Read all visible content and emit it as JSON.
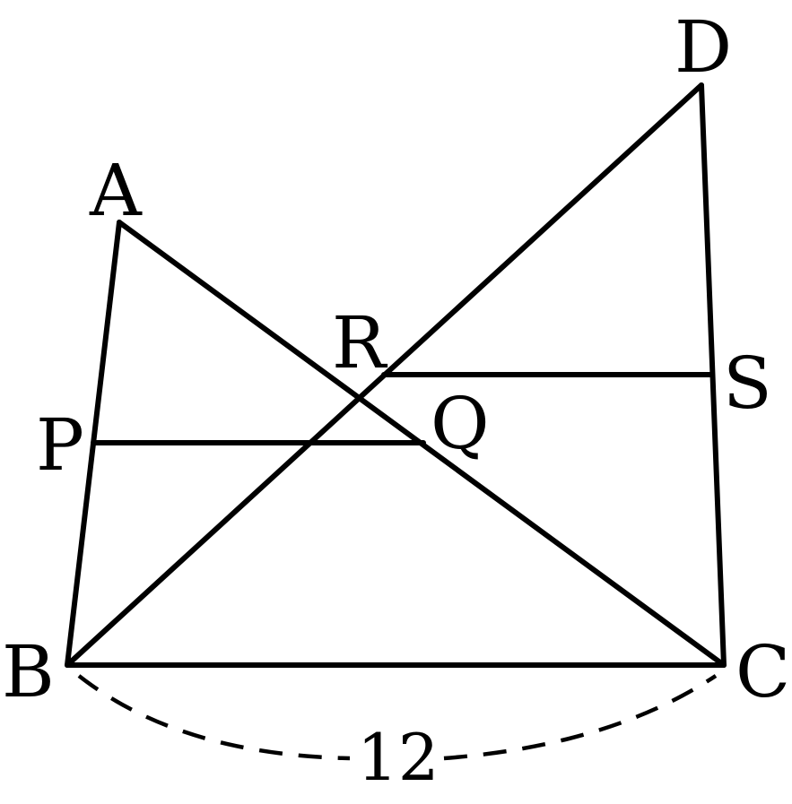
{
  "diagram": {
    "points": [
      {
        "id": "A",
        "label": "A"
      },
      {
        "id": "B",
        "label": "B"
      },
      {
        "id": "C",
        "label": "C"
      },
      {
        "id": "D",
        "label": "D"
      },
      {
        "id": "P",
        "label": "P"
      },
      {
        "id": "Q",
        "label": "Q"
      },
      {
        "id": "R",
        "label": "R"
      },
      {
        "id": "S",
        "label": "S"
      }
    ],
    "segments": [
      {
        "id": "AB",
        "from": "A",
        "to": "B"
      },
      {
        "id": "AC",
        "from": "A",
        "to": "C"
      },
      {
        "id": "BC",
        "from": "B",
        "to": "C"
      },
      {
        "id": "BD",
        "from": "B",
        "to": "D"
      },
      {
        "id": "DC",
        "from": "D",
        "to": "C"
      },
      {
        "id": "PQ",
        "from": "P",
        "to": "Q"
      },
      {
        "id": "RS",
        "from": "R",
        "to": "S"
      }
    ],
    "measurements": [
      {
        "id": "BC-length",
        "between": [
          "B",
          "C"
        ],
        "value": "12",
        "style": "dashed-arc"
      }
    ]
  }
}
